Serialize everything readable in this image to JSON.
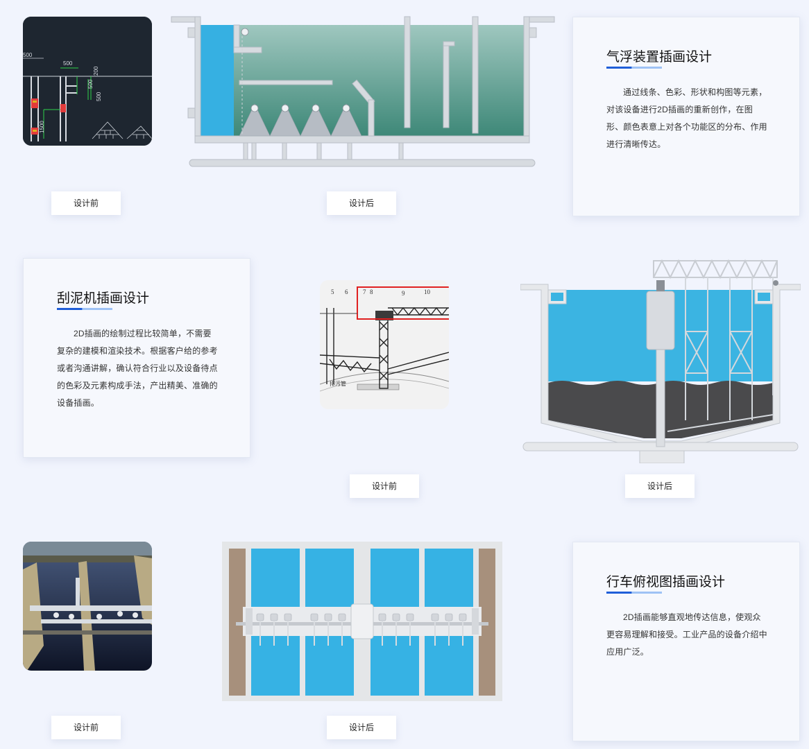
{
  "sections": [
    {
      "title": "气浮装置插画设计",
      "desc": "通过线条、色彩、形状和构图等元素，对该设备进行2D插画的重新创作，在图形、颜色表意上对各个功能区的分布、作用进行清晰传达。",
      "before_label": "设计前",
      "after_label": "设计后",
      "drawing_labels": [
        "500",
        "500",
        "200",
        "500",
        "500",
        "1500"
      ]
    },
    {
      "title": "刮泥机插画设计",
      "desc": "2D插画的绘制过程比较简单，不需要复杂的建模和渲染技术。根据客户给的参考或者沟通讲解，确认符合行业以及设备待点的色彩及元素构成手法，产出精美、准确的设备插画。",
      "before_label": "设计前",
      "after_label": "设计后",
      "drawing_labels": [
        "5",
        "6",
        "7",
        "8",
        "9",
        "10",
        "排污管"
      ]
    },
    {
      "title": "行车俯视图插画设计",
      "desc": "2D插画能够直观地传达信息，使观众更容易理解和接受。工业产品的设备介绍中应用广泛。",
      "before_label": "设计前",
      "after_label": "设计后"
    }
  ],
  "colors": {
    "page_bg": "#f1f4fd",
    "water_blue": "#3bb4e2",
    "tank_green": "#4f8f7f",
    "sludge": "#4a4a4c",
    "accent_blue": "#1f5ed8"
  }
}
